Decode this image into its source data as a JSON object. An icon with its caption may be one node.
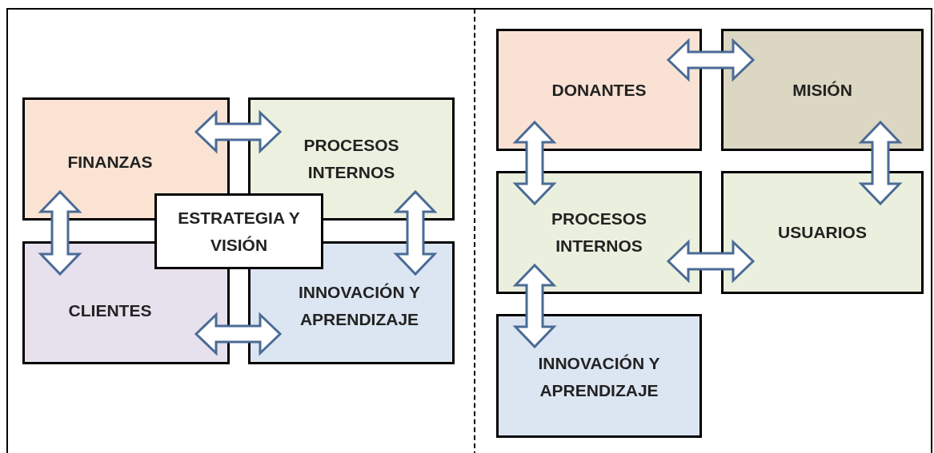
{
  "diagram": {
    "nodes": [
      {
        "text": [
          "FINANZAS"
        ]
      },
      {
        "text": [
          "PROCESOS INTERNOS"
        ]
      },
      {
        "text": [
          "CLIENTES"
        ]
      },
      {
        "text": [
          "INNOVACIÓN Y APRENDIZAJE"
        ]
      },
      {
        "text": [
          "ESTRATEGIA Y VISIÓN"
        ]
      },
      {
        "text": [
          "DONANTES"
        ]
      },
      {
        "text": [
          "MISIÓN"
        ]
      },
      {
        "text": [
          "PROCESOS INTERNOS"
        ]
      },
      {
        "text": [
          "USUARIOS"
        ]
      },
      {
        "text": [
          "INNOVACIÓN Y APRENDIZAJE"
        ]
      }
    ],
    "edges": [
      {
        "from": 0,
        "to": 1,
        "arrow": "both"
      },
      {
        "from": 0,
        "to": 2,
        "arrow": "both"
      },
      {
        "from": 1,
        "to": 3,
        "arrow": "both"
      },
      {
        "from": 2,
        "to": 3,
        "arrow": "both"
      },
      {
        "from": 5,
        "to": 6,
        "arrow": "both"
      },
      {
        "from": 5,
        "to": 7,
        "arrow": "both"
      },
      {
        "from": 6,
        "to": 8,
        "arrow": "both"
      },
      {
        "from": 7,
        "to": 8,
        "arrow": "both"
      },
      {
        "from": 7,
        "to": 9,
        "arrow": "both"
      }
    ]
  }
}
